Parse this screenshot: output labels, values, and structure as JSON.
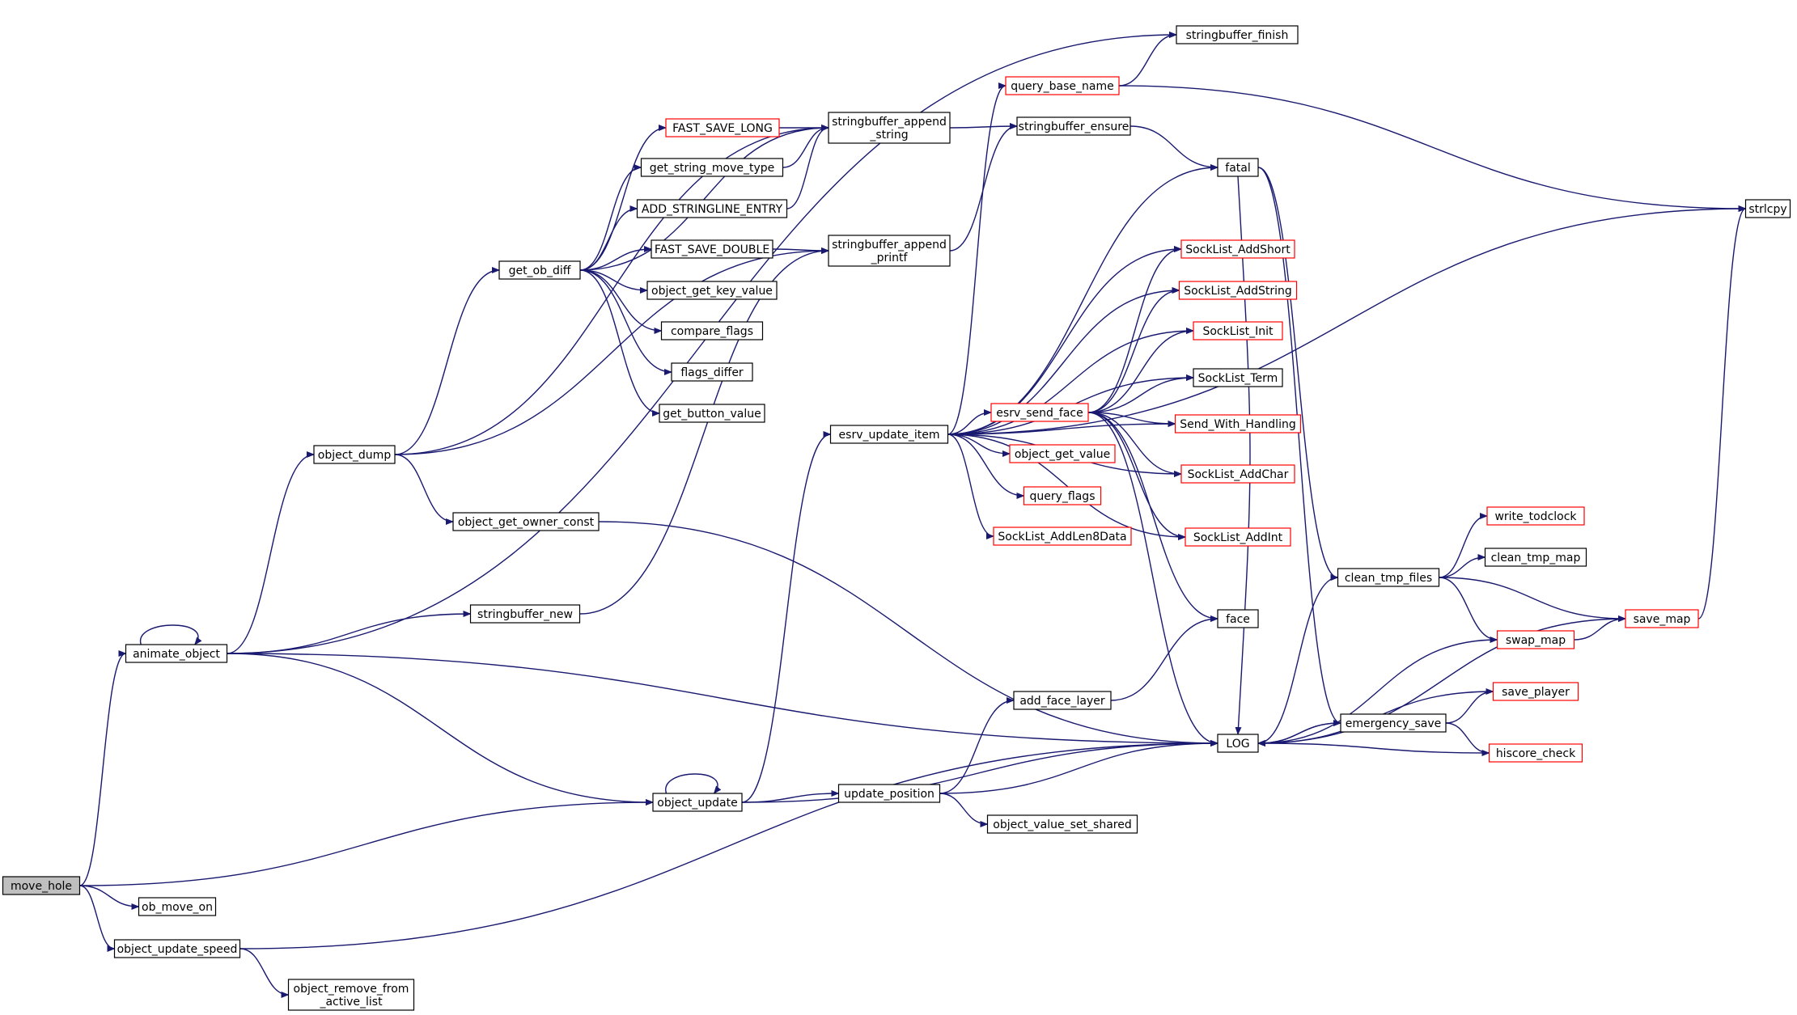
{
  "colors": {
    "edge": "#191970",
    "root_fill": "#bfbfbf",
    "node_fill": "#ffffff",
    "normal_border": "#000000",
    "truncated_border": "#ff0000"
  },
  "nodes": {
    "stringbuffer_finish": {
      "lines": [
        "stringbuffer_finish"
      ],
      "truncated": false
    },
    "query_base_name": {
      "lines": [
        "query_base_name"
      ],
      "truncated": true
    },
    "stringbuffer_append_string": {
      "lines": [
        "stringbuffer_append",
        "_string"
      ],
      "truncated": false
    },
    "fast_save_long": {
      "lines": [
        "FAST_SAVE_LONG"
      ],
      "truncated": true
    },
    "stringbuffer_ensure": {
      "lines": [
        "stringbuffer_ensure"
      ],
      "truncated": false
    },
    "get_string_move_type": {
      "lines": [
        "get_string_move_type"
      ],
      "truncated": false
    },
    "fatal": {
      "lines": [
        "fatal"
      ],
      "truncated": false
    },
    "add_stringline_entry": {
      "lines": [
        "ADD_STRINGLINE_ENTRY"
      ],
      "truncated": false
    },
    "strlcpy": {
      "lines": [
        "strlcpy"
      ],
      "truncated": false
    },
    "fast_save_double": {
      "lines": [
        "FAST_SAVE_DOUBLE"
      ],
      "truncated": false
    },
    "stringbuffer_append_printf": {
      "lines": [
        "stringbuffer_append",
        "_printf"
      ],
      "truncated": false
    },
    "sockList_addshort": {
      "lines": [
        "SockList_AddShort"
      ],
      "truncated": true
    },
    "get_ob_diff": {
      "lines": [
        "get_ob_diff"
      ],
      "truncated": false
    },
    "object_get_key_value": {
      "lines": [
        "object_get_key_value"
      ],
      "truncated": false
    },
    "sockList_addstring": {
      "lines": [
        "SockList_AddString"
      ],
      "truncated": true
    },
    "compare_flags": {
      "lines": [
        "compare_flags"
      ],
      "truncated": false
    },
    "sockList_init": {
      "lines": [
        "SockList_Init"
      ],
      "truncated": true
    },
    "flags_differ": {
      "lines": [
        "flags_differ"
      ],
      "truncated": false
    },
    "sockList_term": {
      "lines": [
        "SockList_Term"
      ],
      "truncated": false
    },
    "get_button_value": {
      "lines": [
        "get_button_value"
      ],
      "truncated": false
    },
    "esrv_send_face": {
      "lines": [
        "esrv_send_face"
      ],
      "truncated": true
    },
    "send_with_handling": {
      "lines": [
        "Send_With_Handling"
      ],
      "truncated": true
    },
    "esrv_update_item": {
      "lines": [
        "esrv_update_item"
      ],
      "truncated": false
    },
    "object_dump": {
      "lines": [
        "object_dump"
      ],
      "truncated": false
    },
    "object_get_value": {
      "lines": [
        "object_get_value"
      ],
      "truncated": true
    },
    "sockList_addchar": {
      "lines": [
        "SockList_AddChar"
      ],
      "truncated": true
    },
    "query_flags": {
      "lines": [
        "query_flags"
      ],
      "truncated": true
    },
    "write_todclock": {
      "lines": [
        "write_todclock"
      ],
      "truncated": true
    },
    "object_get_owner_const": {
      "lines": [
        "object_get_owner_const"
      ],
      "truncated": false
    },
    "sockList_addlen8data": {
      "lines": [
        "SockList_AddLen8Data"
      ],
      "truncated": true
    },
    "sockList_addint": {
      "lines": [
        "SockList_AddInt"
      ],
      "truncated": true
    },
    "clean_tmp_map": {
      "lines": [
        "clean_tmp_map"
      ],
      "truncated": false
    },
    "clean_tmp_files": {
      "lines": [
        "clean_tmp_files"
      ],
      "truncated": false
    },
    "stringbuffer_new": {
      "lines": [
        "stringbuffer_new"
      ],
      "truncated": false
    },
    "face": {
      "lines": [
        "face"
      ],
      "truncated": false
    },
    "save_map": {
      "lines": [
        "save_map"
      ],
      "truncated": true
    },
    "swap_map": {
      "lines": [
        "swap_map"
      ],
      "truncated": true
    },
    "animate_object": {
      "lines": [
        "animate_object"
      ],
      "truncated": false
    },
    "save_player": {
      "lines": [
        "save_player"
      ],
      "truncated": true
    },
    "add_face_layer": {
      "lines": [
        "add_face_layer"
      ],
      "truncated": false
    },
    "emergency_save": {
      "lines": [
        "emergency_save"
      ],
      "truncated": false
    },
    "log": {
      "lines": [
        "LOG"
      ],
      "truncated": false
    },
    "hiscore_check": {
      "lines": [
        "hiscore_check"
      ],
      "truncated": true
    },
    "update_position": {
      "lines": [
        "update_position"
      ],
      "truncated": false
    },
    "object_update": {
      "lines": [
        "object_update"
      ],
      "truncated": false
    },
    "object_value_set_shared": {
      "lines": [
        "object_value_set_shared"
      ],
      "truncated": false
    },
    "move_hole": {
      "lines": [
        "move_hole"
      ],
      "truncated": false,
      "root": true
    },
    "ob_move_on": {
      "lines": [
        "ob_move_on"
      ],
      "truncated": false
    },
    "object_update_speed": {
      "lines": [
        "object_update_speed"
      ],
      "truncated": false
    },
    "object_remove_from_active_list": {
      "lines": [
        "object_remove_from",
        "_active_list"
      ],
      "truncated": false
    }
  },
  "edges": [
    [
      "move_hole",
      "animate_object"
    ],
    [
      "move_hole",
      "object_update"
    ],
    [
      "move_hole",
      "ob_move_on"
    ],
    [
      "move_hole",
      "object_update_speed"
    ],
    [
      "animate_object",
      "animate_object"
    ],
    [
      "animate_object",
      "stringbuffer_finish"
    ],
    [
      "animate_object",
      "object_dump"
    ],
    [
      "animate_object",
      "stringbuffer_new"
    ],
    [
      "animate_object",
      "object_update"
    ],
    [
      "animate_object",
      "log"
    ],
    [
      "object_dump",
      "stringbuffer_append_string"
    ],
    [
      "object_dump",
      "get_ob_diff"
    ],
    [
      "object_dump",
      "stringbuffer_append_printf"
    ],
    [
      "object_dump",
      "object_get_owner_const"
    ],
    [
      "get_ob_diff",
      "stringbuffer_append_string"
    ],
    [
      "get_ob_diff",
      "fast_save_long"
    ],
    [
      "get_ob_diff",
      "get_string_move_type"
    ],
    [
      "get_ob_diff",
      "add_stringline_entry"
    ],
    [
      "get_ob_diff",
      "fast_save_double"
    ],
    [
      "get_ob_diff",
      "object_get_key_value"
    ],
    [
      "get_ob_diff",
      "compare_flags"
    ],
    [
      "get_ob_diff",
      "flags_differ"
    ],
    [
      "get_ob_diff",
      "get_button_value"
    ],
    [
      "fast_save_long",
      "stringbuffer_append_string"
    ],
    [
      "get_string_move_type",
      "stringbuffer_append_string"
    ],
    [
      "add_stringline_entry",
      "stringbuffer_append_string"
    ],
    [
      "fast_save_double",
      "stringbuffer_append_printf"
    ],
    [
      "stringbuffer_append_string",
      "stringbuffer_ensure"
    ],
    [
      "stringbuffer_append_printf",
      "stringbuffer_ensure"
    ],
    [
      "stringbuffer_new",
      "stringbuffer_append_printf"
    ],
    [
      "stringbuffer_ensure",
      "fatal"
    ],
    [
      "query_base_name",
      "stringbuffer_finish"
    ],
    [
      "query_base_name",
      "strlcpy"
    ],
    [
      "fatal",
      "clean_tmp_files"
    ],
    [
      "fatal",
      "emergency_save"
    ],
    [
      "fatal",
      "log"
    ],
    [
      "object_get_owner_const",
      "log"
    ],
    [
      "object_update",
      "object_update"
    ],
    [
      "object_update",
      "esrv_update_item"
    ],
    [
      "object_update",
      "update_position"
    ],
    [
      "object_update",
      "log"
    ],
    [
      "object_update_speed",
      "object_remove_from_active_list"
    ],
    [
      "object_update_speed",
      "log"
    ],
    [
      "esrv_update_item",
      "query_base_name"
    ],
    [
      "esrv_update_item",
      "fatal"
    ],
    [
      "esrv_update_item",
      "strlcpy"
    ],
    [
      "esrv_update_item",
      "sockList_addshort"
    ],
    [
      "esrv_update_item",
      "sockList_addstring"
    ],
    [
      "esrv_update_item",
      "sockList_init"
    ],
    [
      "esrv_update_item",
      "sockList_term"
    ],
    [
      "esrv_update_item",
      "esrv_send_face"
    ],
    [
      "esrv_update_item",
      "object_get_value"
    ],
    [
      "esrv_update_item",
      "query_flags"
    ],
    [
      "esrv_update_item",
      "sockList_addlen8data"
    ],
    [
      "esrv_update_item",
      "send_with_handling"
    ],
    [
      "esrv_update_item",
      "sockList_addchar"
    ],
    [
      "esrv_update_item",
      "sockList_addint"
    ],
    [
      "esrv_send_face",
      "sockList_addshort"
    ],
    [
      "esrv_send_face",
      "sockList_addstring"
    ],
    [
      "esrv_send_face",
      "sockList_init"
    ],
    [
      "esrv_send_face",
      "sockList_term"
    ],
    [
      "esrv_send_face",
      "send_with_handling"
    ],
    [
      "esrv_send_face",
      "sockList_addchar"
    ],
    [
      "esrv_send_face",
      "sockList_addint"
    ],
    [
      "esrv_send_face",
      "face"
    ],
    [
      "esrv_send_face",
      "log"
    ],
    [
      "update_position",
      "add_face_layer"
    ],
    [
      "update_position",
      "log"
    ],
    [
      "update_position",
      "object_value_set_shared"
    ],
    [
      "add_face_layer",
      "face"
    ],
    [
      "log",
      "clean_tmp_files"
    ],
    [
      "log",
      "emergency_save"
    ],
    [
      "clean_tmp_files",
      "write_todclock"
    ],
    [
      "clean_tmp_files",
      "clean_tmp_map"
    ],
    [
      "clean_tmp_files",
      "save_map"
    ],
    [
      "clean_tmp_files",
      "swap_map"
    ],
    [
      "swap_map",
      "save_map"
    ],
    [
      "swap_map",
      "log"
    ],
    [
      "save_map",
      "strlcpy"
    ],
    [
      "save_map",
      "log"
    ],
    [
      "emergency_save",
      "save_player"
    ],
    [
      "emergency_save",
      "hiscore_check"
    ],
    [
      "emergency_save",
      "log"
    ],
    [
      "save_player",
      "log"
    ],
    [
      "hiscore_check",
      "log"
    ]
  ]
}
